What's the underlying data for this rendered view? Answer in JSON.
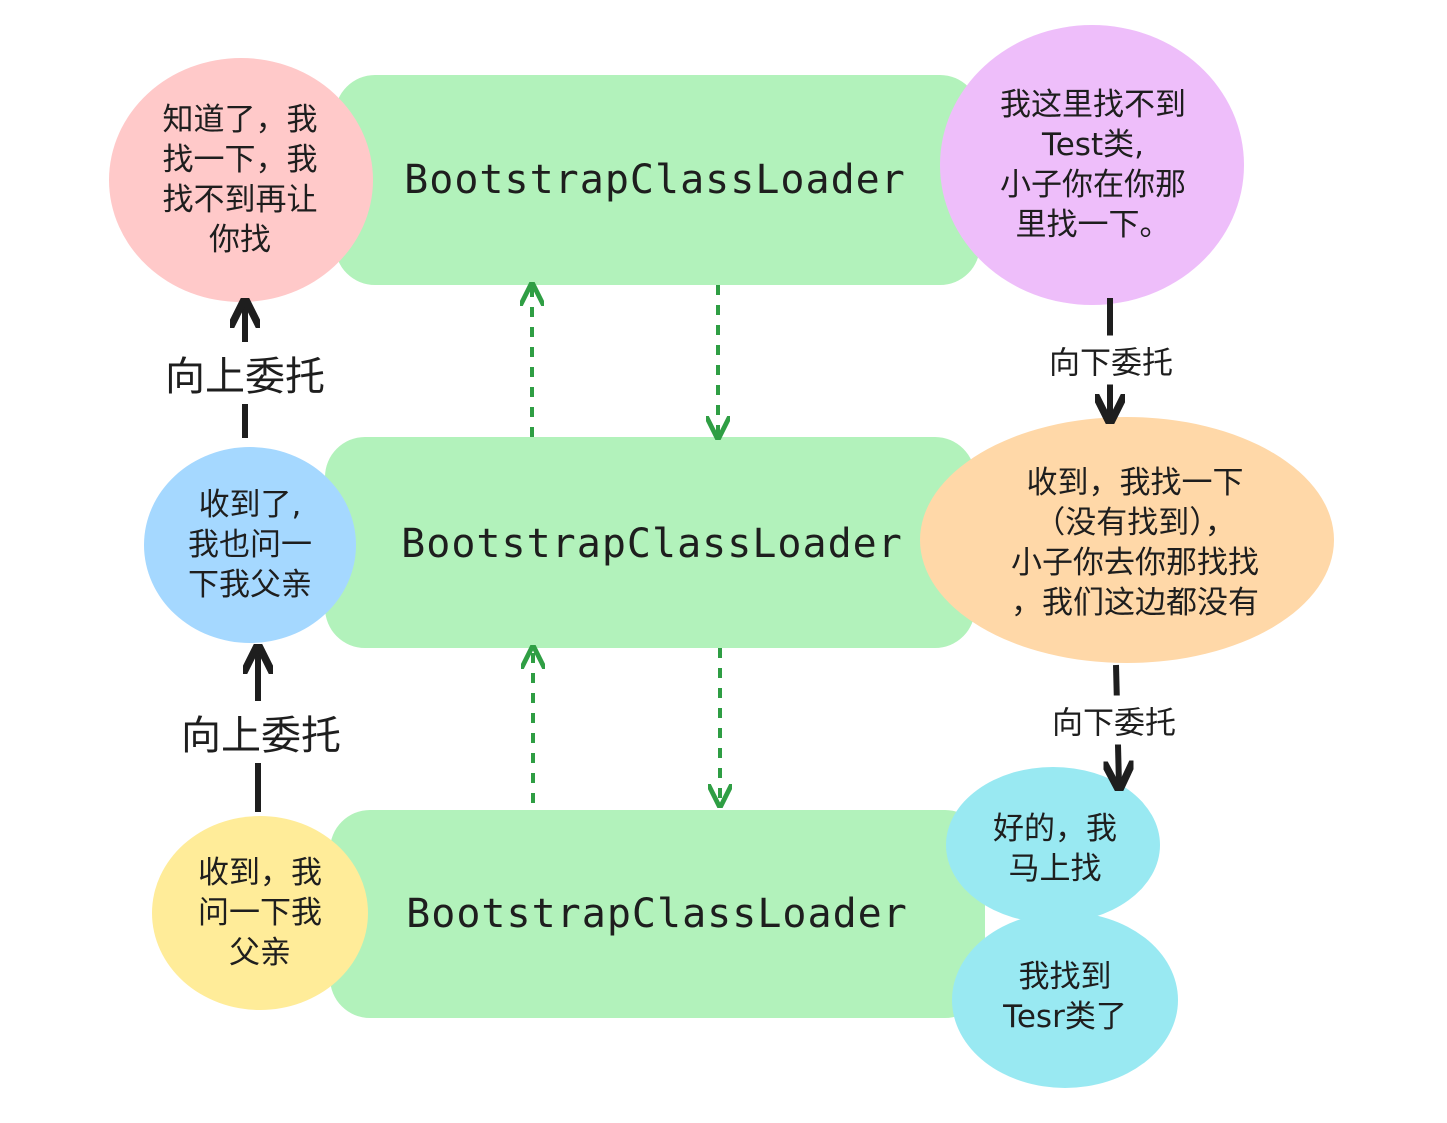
{
  "colors": {
    "loader_fill": "#b2f2bb",
    "pink": "#ffc9c9",
    "purple": "#eebefa",
    "blue": "#a5d8ff",
    "orange": "#ffd8a8",
    "yellow": "#ffec99",
    "cyan": "#99e9f2",
    "arrow": "#1e1e1e",
    "dashed_arrow": "#2f9e44"
  },
  "loaders": [
    {
      "label": "BootstrapClassLoader"
    },
    {
      "label": "BootstrapClassLoader"
    },
    {
      "label": "BootstrapClassLoader"
    }
  ],
  "bubbles": {
    "top_left": "知道了，我\n找一下，我\n找不到再让\n你找",
    "top_right": "我这里找不到\nTest类,\n小子你在你那\n里找一下。",
    "mid_left": "收到了,\n我也问一\n下我父亲",
    "mid_right": "收到，我找一下\n（没有找到），\n小子你去你那找找\n，我们这边都没有",
    "bottom_left": "收到，我\n问一下我\n父亲",
    "bottom_right_1": "好的，我\n马上找",
    "bottom_right_2": "我找到\nTesr类了"
  },
  "arrow_labels": {
    "up_1": "向上委托",
    "up_2": "向上委托",
    "down_1": "向下委托",
    "down_2": "向下委托"
  }
}
